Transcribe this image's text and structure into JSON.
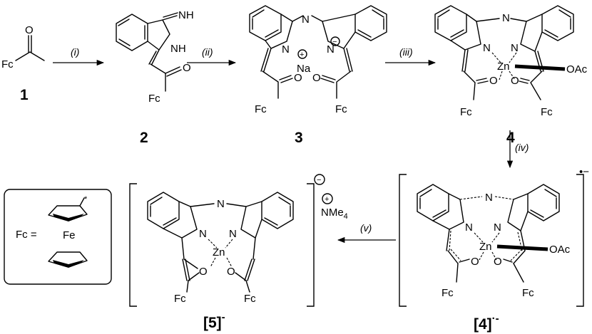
{
  "labels": {
    "fc": "Fc",
    "o": "O",
    "nh": "NH",
    "n": "N",
    "na": "Na",
    "zn": "Zn",
    "oac": "OAc",
    "fe": "Fe",
    "nme4": "NMe",
    "nme4_sub": "4",
    "fc_equals": "Fc =",
    "star": "*",
    "plus": "+",
    "minus": "−"
  },
  "compounds": {
    "c1": "1",
    "c2": "2",
    "c3": "3",
    "c4": "4",
    "c5": "[5]",
    "c5_charge": "-",
    "c4rad": "[4]",
    "c4rad_charge": "·-",
    "bracket_charge_4": "•−"
  },
  "steps": {
    "s1": "(i)",
    "s2": "(ii)",
    "s3": "(iii)",
    "s4": "(iv)",
    "s5": "(v)"
  }
}
